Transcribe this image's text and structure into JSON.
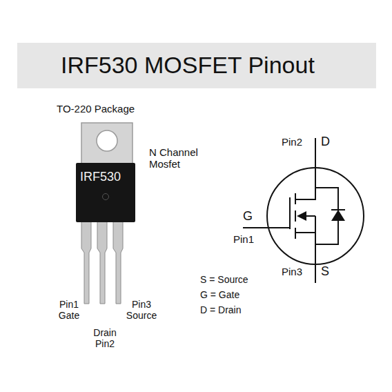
{
  "diagram": {
    "title": "IRF530 MOSFET Pinout",
    "nodes": [
      {
        "text": [
          "IRF530"
        ]
      }
    ],
    "labels": [
      "TO-220 Package",
      "N Channel Mosfet",
      "Pin1 Gate",
      "Drain Pin2",
      "Pin3 Source",
      "Pin2",
      "D",
      "G",
      "Pin1",
      "Pin3",
      "S",
      "S = Source",
      "G = Gate",
      "D = Drain"
    ]
  }
}
